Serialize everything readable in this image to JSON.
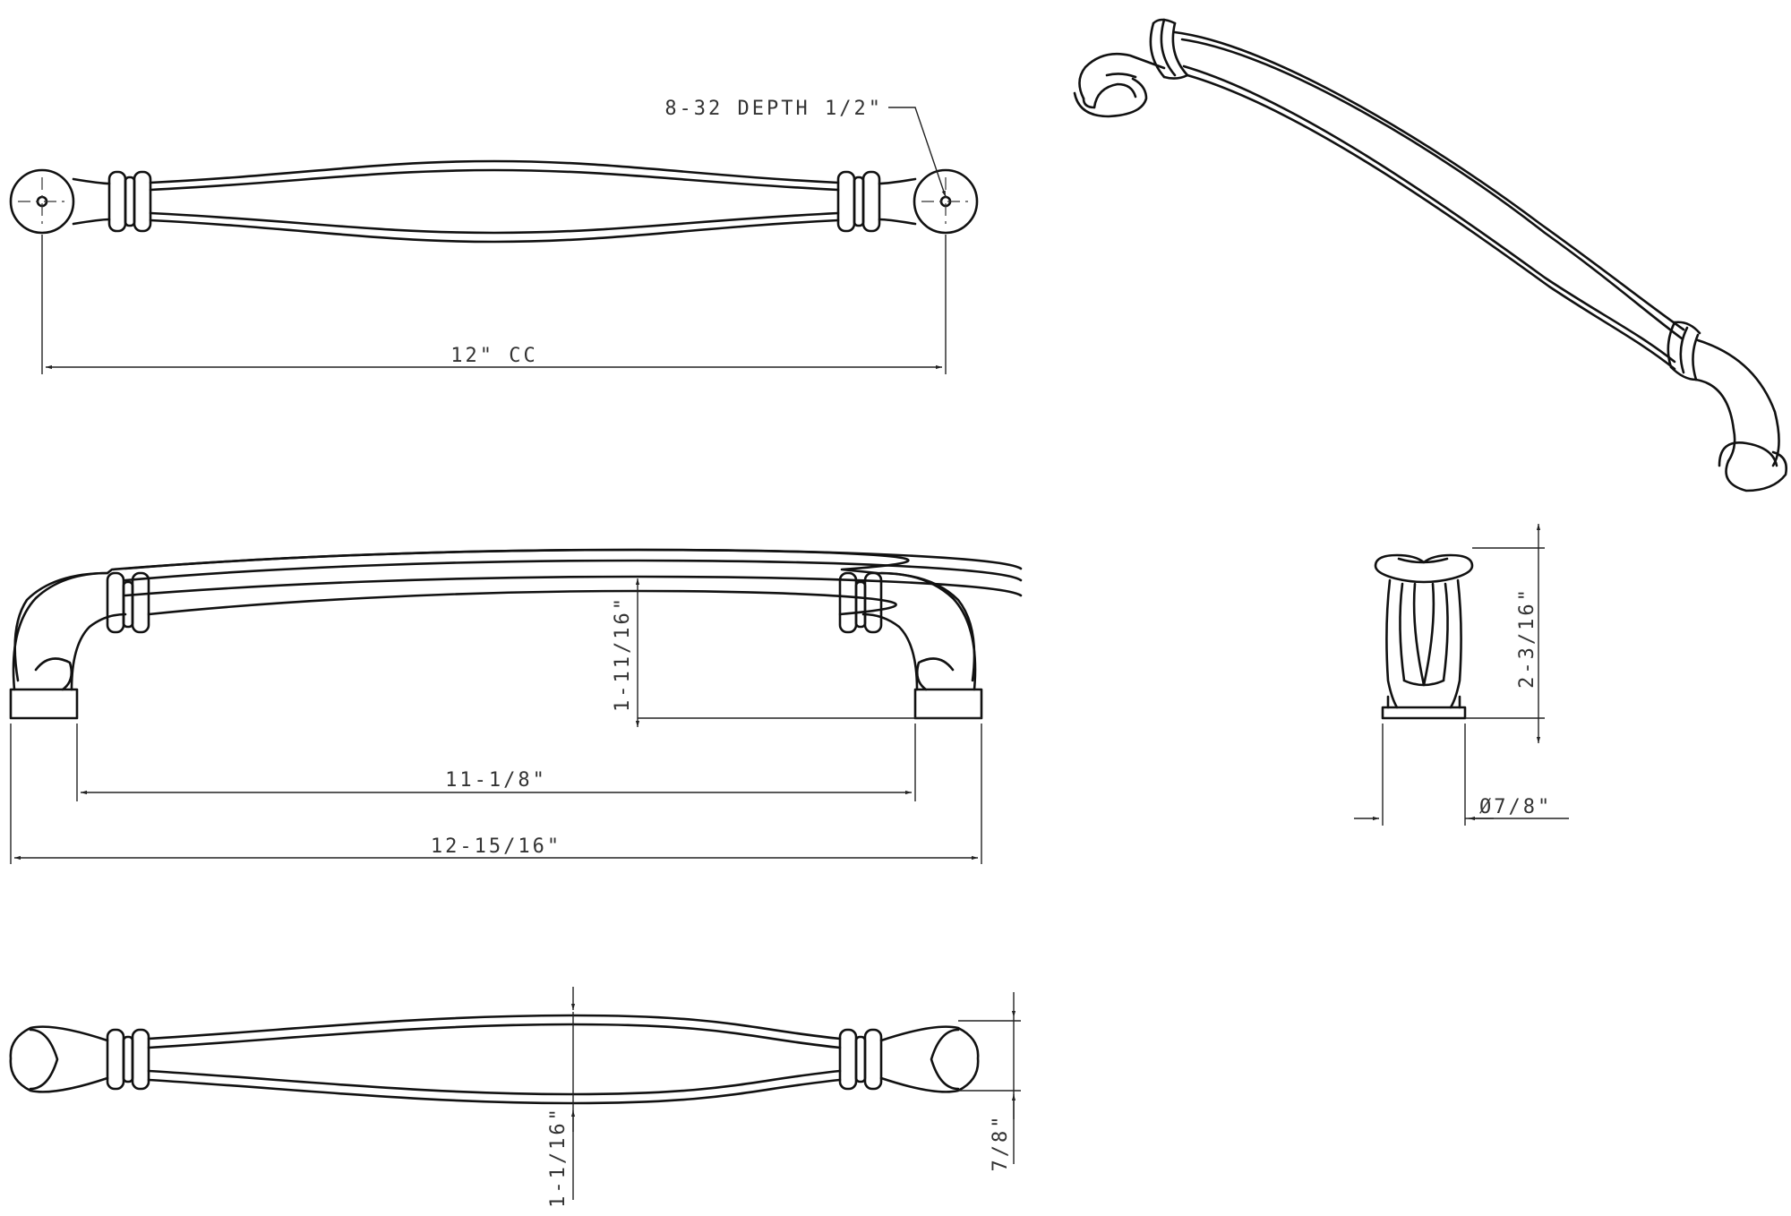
{
  "colors": {
    "line": "#111111",
    "background": "#ffffff"
  },
  "dimensions": {
    "thread_note": "8-32 DEPTH 1/2\"",
    "center_to_center": "12\" CC",
    "projection": "1-11/16\"",
    "inner_length": "11-1/8\"",
    "overall_length": "12-15/16\"",
    "width_max": "1-1/16\"",
    "foot_width": "7/8\"",
    "height": "2-3/16\"",
    "base_diameter": "Ø7/8\""
  }
}
